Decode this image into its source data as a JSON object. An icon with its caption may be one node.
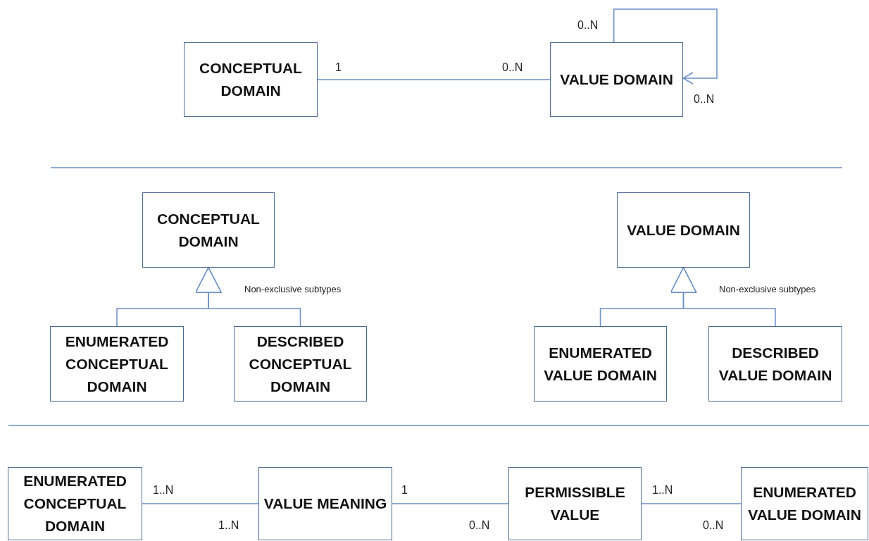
{
  "diagram": {
    "nodes": [
      {
        "text": [
          "CONCEPTUAL DOMAIN"
        ]
      },
      {
        "text": [
          "VALUE DOMAIN"
        ]
      },
      {
        "text": [
          "CONCEPTUAL DOMAIN"
        ]
      },
      {
        "text": [
          "ENUMERATED CONCEPTUAL DOMAIN"
        ]
      },
      {
        "text": [
          "DESCRIBED CONCEPTUAL DOMAIN"
        ]
      },
      {
        "text": [
          "VALUE DOMAIN"
        ]
      },
      {
        "text": [
          "ENUMERATED VALUE DOMAIN"
        ]
      },
      {
        "text": [
          "DESCRIBED VALUE DOMAIN"
        ]
      },
      {
        "text": [
          "ENUMERATED CONCEPTUAL DOMAIN"
        ]
      },
      {
        "text": [
          "VALUE MEANING"
        ]
      },
      {
        "text": [
          "PERMISSIBLE VALUE"
        ]
      },
      {
        "text": [
          "ENUMERATED VALUE DOMAIN"
        ]
      }
    ],
    "edges": [
      {
        "from": 0,
        "to": 1,
        "arrow": "none"
      },
      {
        "from": 1,
        "to": 1,
        "arrow": "to"
      },
      {
        "from": 3,
        "to": 2,
        "arrow": "to"
      },
      {
        "from": 4,
        "to": 2,
        "arrow": "to"
      },
      {
        "from": 6,
        "to": 5,
        "arrow": "to"
      },
      {
        "from": 7,
        "to": 5,
        "arrow": "to"
      },
      {
        "from": 8,
        "to": 9,
        "arrow": "none"
      },
      {
        "from": 9,
        "to": 10,
        "arrow": "none"
      },
      {
        "from": 10,
        "to": 11,
        "arrow": "none"
      }
    ],
    "labels": [
      "0..N",
      "1",
      "0..N",
      "0..N",
      "Non-exclusive subtypes",
      "Non-exclusive subtypes",
      "1..N",
      "1",
      "1..N",
      "1..N",
      "0..N",
      "0..N"
    ]
  }
}
